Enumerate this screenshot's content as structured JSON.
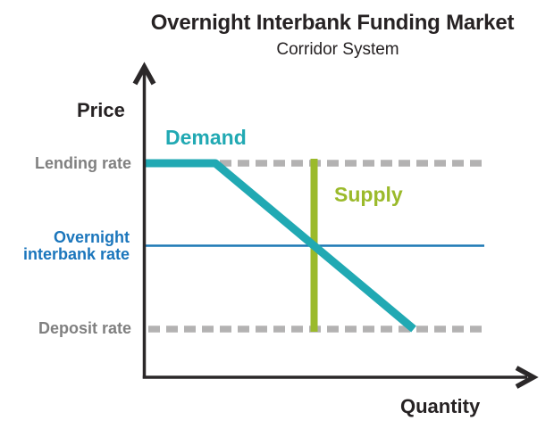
{
  "header": {
    "title": "Overnight Interbank Funding Market",
    "subtitle": "Corridor System"
  },
  "axes": {
    "y_label": "Price",
    "x_label": "Quantity"
  },
  "rate_labels": {
    "lending": "Lending rate",
    "overnight_line1": "Overnight",
    "overnight_line2": "interbank rate",
    "deposit": "Deposit rate"
  },
  "curve_labels": {
    "demand": "Demand",
    "supply": "Supply"
  },
  "colors": {
    "demand": "#21a9b3",
    "supply": "#9bba2b",
    "overnight_line": "#1d79b5",
    "overnight_text": "#1b76bc",
    "dashed_gray": "#b3b2b2",
    "rate_text_gray": "#808080",
    "axis_ink": "#2b2829",
    "title_ink": "#262223"
  }
}
